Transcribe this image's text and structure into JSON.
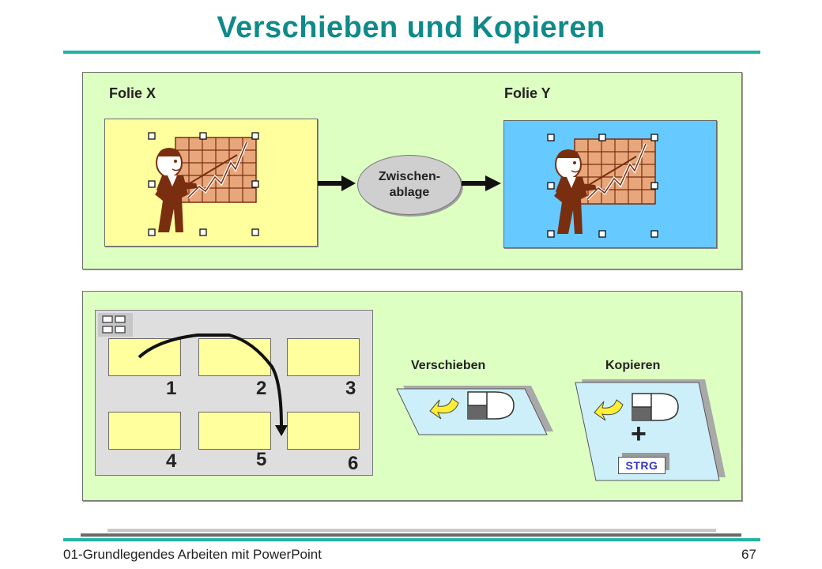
{
  "slide_title": "Verschieben und Kopieren",
  "top_panel": {
    "folie_x_label": "Folie X",
    "folie_y_label": "Folie Y",
    "clipboard_label": "Zwischen-\nablage"
  },
  "bottom_panel": {
    "slide_numbers": [
      "1",
      "2",
      "3",
      "4",
      "5",
      "6"
    ],
    "move_label": "Verschieben",
    "copy_label": "Kopieren",
    "plus_symbol": "+",
    "key_label": "STRG"
  },
  "footer": {
    "left": "01-Grundlegendes Arbeiten mit PowerPoint",
    "page_number": "67"
  },
  "colors": {
    "title": "#0f8a8a",
    "accent_rule": "#22b3a3",
    "panel_bg": "#deffc2",
    "slide_x_bg": "#ffff9e",
    "slide_y_bg": "#66c9ff",
    "figure": "#7a2e10"
  }
}
